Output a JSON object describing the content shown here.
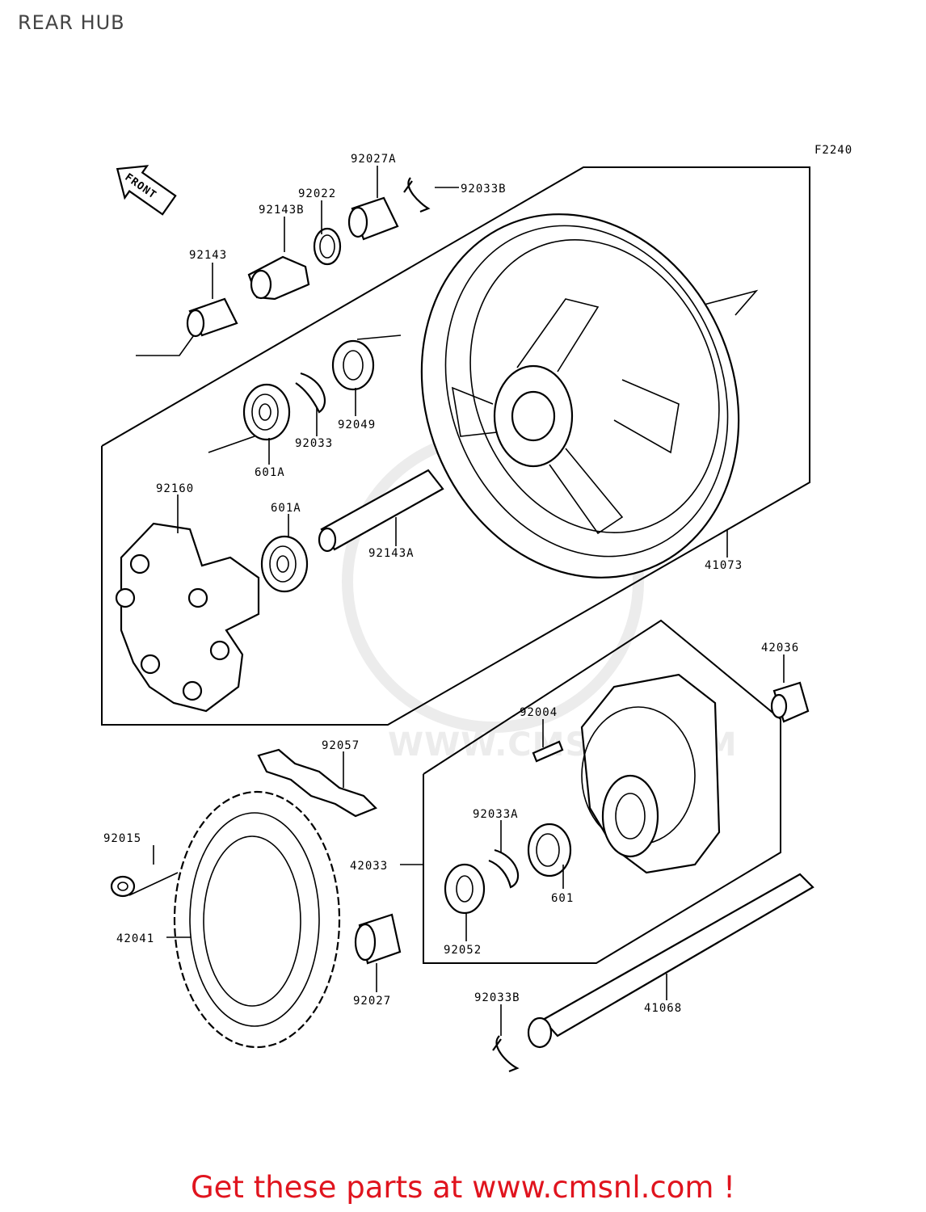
{
  "title": "REAR HUB",
  "figure_code": "F2240",
  "front_label": "FRONT",
  "watermark": "WWW.CMSNL.COM",
  "footer": "Get these parts at www.cmsnl.com !",
  "callouts": {
    "p92027A": "92027A",
    "p92033B_top": "92033B",
    "p92022": "92022",
    "p92143B": "92143B",
    "p92143": "92143",
    "p92049": "92049",
    "p92033": "92033",
    "p601A_top": "601A",
    "p92160": "92160",
    "p601A": "601A",
    "p92143A": "92143A",
    "p41073": "41073",
    "p42036": "42036",
    "p92004": "92004",
    "p92057": "92057",
    "p92015": "92015",
    "p92033A": "92033A",
    "p42033": "42033",
    "p601": "601",
    "p42041": "42041",
    "p92052": "92052",
    "p92027": "92027",
    "p92033B_bottom": "92033B",
    "p41068": "41068"
  }
}
